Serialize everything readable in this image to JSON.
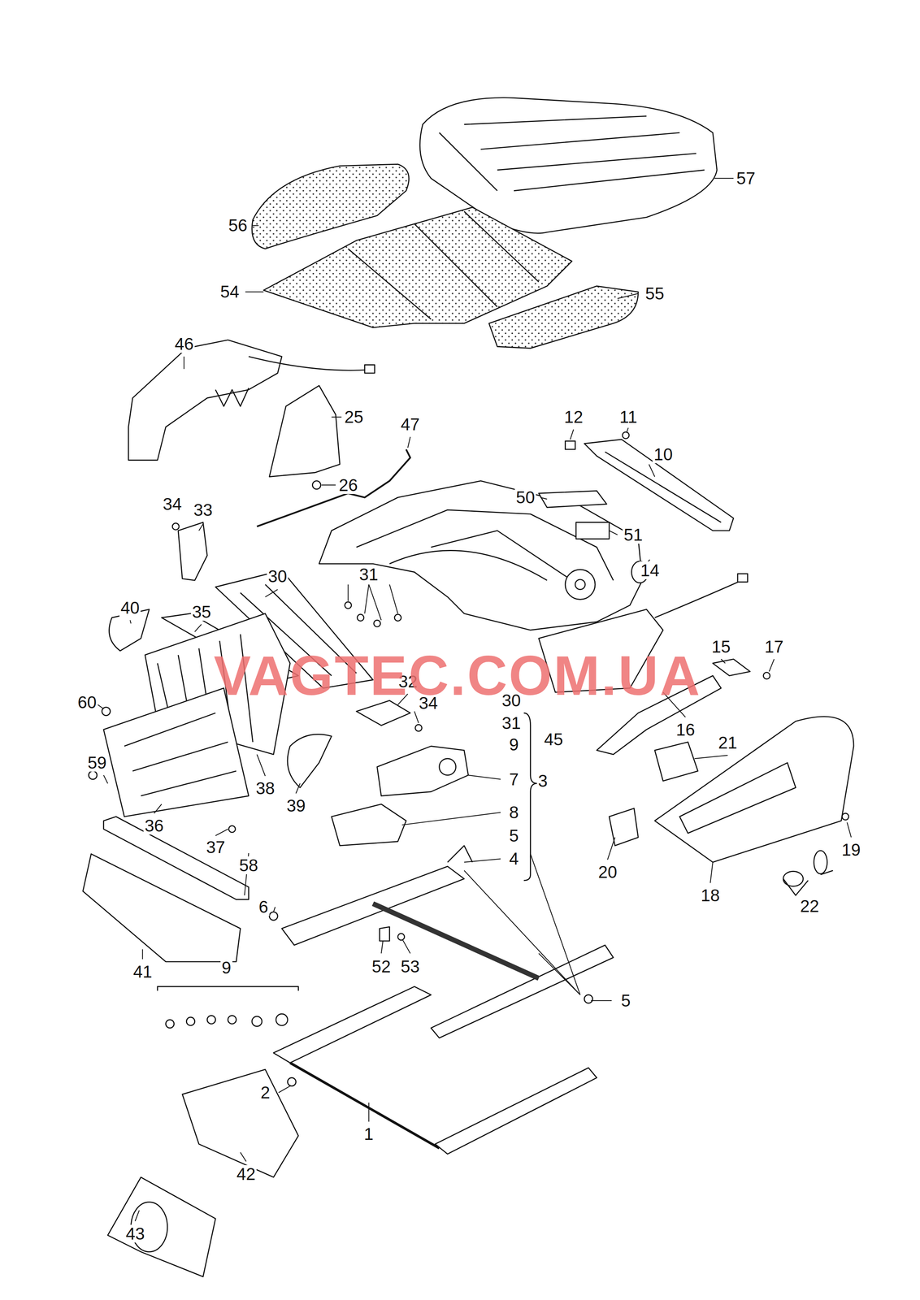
{
  "diagram": {
    "labels": [
      "57",
      "56",
      "54",
      "55",
      "46",
      "25",
      "47",
      "12",
      "11",
      "10",
      "26",
      "34",
      "33",
      "50",
      "51",
      "14",
      "30",
      "31",
      "40",
      "35",
      "15",
      "17",
      "32",
      "34",
      "60",
      "30",
      "31",
      "9",
      "45",
      "16",
      "21",
      "7",
      "3",
      "38",
      "39",
      "8",
      "36",
      "59",
      "5",
      "4",
      "20",
      "19",
      "18",
      "22",
      "37",
      "58",
      "6",
      "52",
      "53",
      "41",
      "5",
      "9",
      "2",
      "1",
      "42",
      "43",
      "VAGTEC.COM.UA"
    ]
  }
}
